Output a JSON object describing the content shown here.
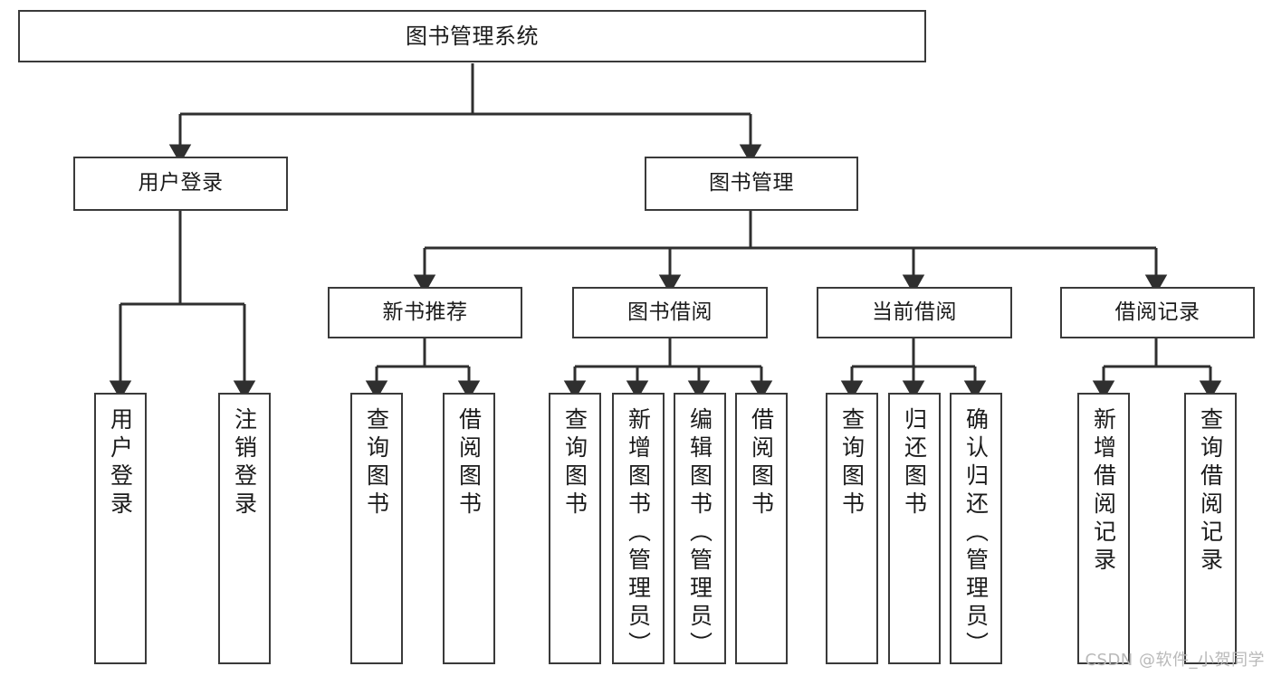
{
  "diagram": {
    "title": "图书管理系统",
    "type": "tree",
    "watermark": "CSDN @软件_小贺同学",
    "colors": {
      "box_border": "#3a3a3a",
      "box_fill": "#ffffff",
      "connector": "#2f2f2f",
      "text": "#1b1b1b",
      "watermark": "#b9b9b9"
    },
    "levels": {
      "root": "图书管理系统",
      "level2": [
        "用户登录",
        "图书管理"
      ],
      "level3": [
        "新书推荐",
        "图书借阅",
        "当前借阅",
        "借阅记录"
      ]
    },
    "nodes": {
      "root": {
        "label": "图书管理系统"
      },
      "user_login": {
        "label": "用户登录"
      },
      "book_manage": {
        "label": "图书管理"
      },
      "new_book_rec": {
        "label": "新书推荐"
      },
      "book_borrow": {
        "label": "图书借阅"
      },
      "current_borrow": {
        "label": "当前借阅"
      },
      "borrow_record": {
        "label": "借阅记录"
      },
      "leaf_user_login": {
        "label": "用户登录"
      },
      "leaf_logout": {
        "label": "注销登录"
      },
      "leaf_query_book_a": {
        "label": "查询图书"
      },
      "leaf_borrow_book_a": {
        "label": "借阅图书"
      },
      "leaf_query_book_b": {
        "label": "查询图书"
      },
      "leaf_add_book": {
        "label": "新增图书（管理员）"
      },
      "leaf_edit_book": {
        "label": "编辑图书（管理员）"
      },
      "leaf_borrow_book_b": {
        "label": "借阅图书"
      },
      "leaf_query_book_c": {
        "label": "查询图书"
      },
      "leaf_return_book": {
        "label": "归还图书"
      },
      "leaf_confirm_return": {
        "label": "确认归还（管理员）"
      },
      "leaf_add_record": {
        "label": "新增借阅记录"
      },
      "leaf_query_record": {
        "label": "查询借阅记录"
      }
    },
    "edges": [
      {
        "from": "root",
        "to": "user_login"
      },
      {
        "from": "root",
        "to": "book_manage"
      },
      {
        "from": "user_login",
        "to": "leaf_user_login"
      },
      {
        "from": "user_login",
        "to": "leaf_logout"
      },
      {
        "from": "book_manage",
        "to": "new_book_rec"
      },
      {
        "from": "book_manage",
        "to": "book_borrow"
      },
      {
        "from": "book_manage",
        "to": "current_borrow"
      },
      {
        "from": "book_manage",
        "to": "borrow_record"
      },
      {
        "from": "new_book_rec",
        "to": "leaf_query_book_a"
      },
      {
        "from": "new_book_rec",
        "to": "leaf_borrow_book_a"
      },
      {
        "from": "book_borrow",
        "to": "leaf_query_book_b"
      },
      {
        "from": "book_borrow",
        "to": "leaf_add_book"
      },
      {
        "from": "book_borrow",
        "to": "leaf_edit_book"
      },
      {
        "from": "book_borrow",
        "to": "leaf_borrow_book_b"
      },
      {
        "from": "current_borrow",
        "to": "leaf_query_book_c"
      },
      {
        "from": "current_borrow",
        "to": "leaf_return_book"
      },
      {
        "from": "current_borrow",
        "to": "leaf_confirm_return"
      },
      {
        "from": "borrow_record",
        "to": "leaf_add_record"
      },
      {
        "from": "borrow_record",
        "to": "leaf_query_record"
      }
    ]
  }
}
